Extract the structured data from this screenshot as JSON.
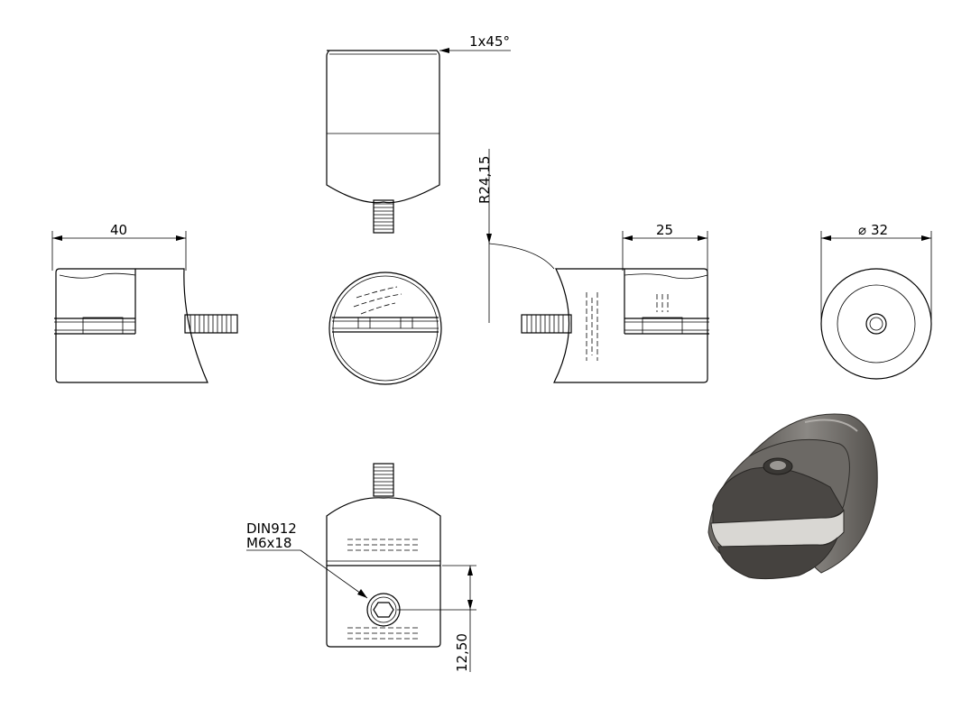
{
  "dimensions": {
    "width_40": "40",
    "chamfer": "1x45°",
    "radius": "R24,15",
    "width_25": "25",
    "diameter": "32",
    "offset": "12,50"
  },
  "symbols": {
    "diameter_symbol": "⌀"
  },
  "callouts": {
    "screw_standard": "DIN912",
    "screw_size": "M6x18"
  },
  "colors": {
    "line": "#000000",
    "background": "#ffffff",
    "iso_body": "#7f7c78",
    "iso_face": "#4e4b48",
    "iso_slot": "#d9d7d3"
  }
}
